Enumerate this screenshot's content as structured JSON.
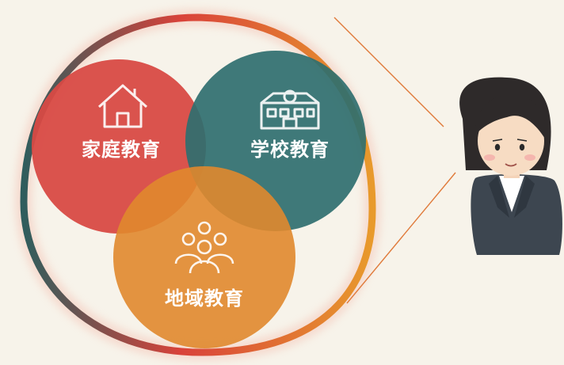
{
  "venn": {
    "circles": [
      {
        "id": "home",
        "label": "家庭教育",
        "icon": "house-icon",
        "color": "#d84a45"
      },
      {
        "id": "school",
        "label": "学校教育",
        "icon": "school-icon",
        "color": "#2f6f6f"
      },
      {
        "id": "community",
        "label": "地域教育",
        "icon": "people-icon",
        "color": "#e0882d"
      }
    ],
    "ring_colors": [
      "#2f5d5d",
      "#d9423a",
      "#e89a2c"
    ]
  },
  "figure": {
    "icon": "businesswoman-illustration"
  },
  "colors": {
    "background": "#f7f3ea",
    "sightline": "#e07a3a"
  }
}
